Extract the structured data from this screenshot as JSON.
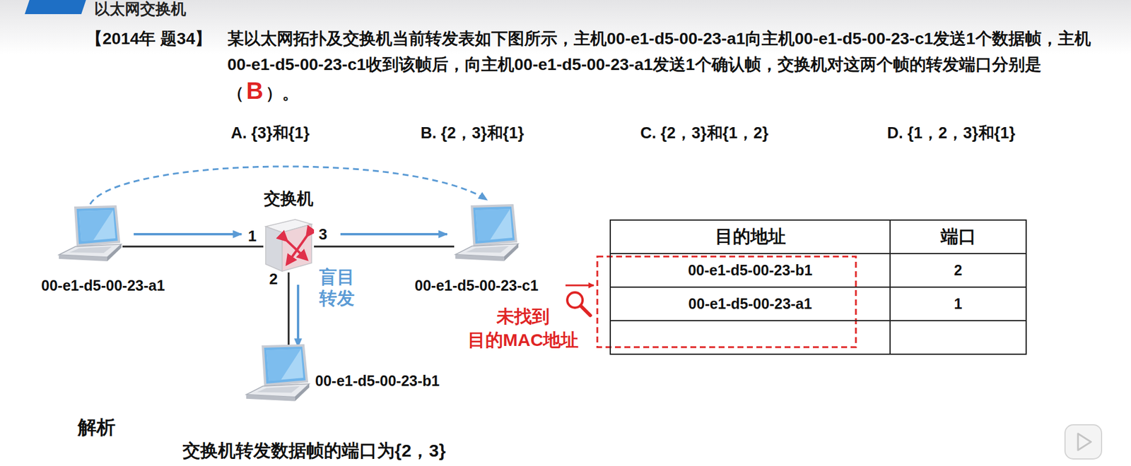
{
  "diagram": {
    "title": "以太网交换机",
    "nodes": [
      {
        "text": [
          "00-e1-d5-00-23-a1"
        ]
      },
      {
        "text": [
          "交换机"
        ]
      },
      {
        "text": [
          "00-e1-d5-00-23-c1"
        ]
      },
      {
        "text": [
          "00-e1-d5-00-23-b1"
        ]
      }
    ],
    "edges": [
      {
        "from": 0,
        "to": 1,
        "arrow": "to"
      },
      {
        "from": 1,
        "to": 2,
        "arrow": "to"
      },
      {
        "from": 1,
        "to": 3,
        "label": "盲目 转发",
        "arrow": "to"
      },
      {
        "from": 0,
        "to": 2,
        "arrow": "to"
      }
    ],
    "labels": [
      "【2014年 题34】",
      "某以太网拓扑及交换机当前转发表如下图所示，主机00-e1-d5-00-23-a1向主机00-e1-d5-00-23-c1发送1个数据帧，主机00-e1-d5-00-23-c1收到该帧后，向主机00-e1-d5-00-23-a1发送1个确认帧，交换机对这两个帧的转发端口分别是（",
      "B",
      "）。",
      "A. {3}和{1}",
      "B. {2，3}和{1}",
      "C. {2，3}和{1，2}",
      "D. {1，2，3}和{1}",
      "1",
      "3",
      "2",
      "目的地址",
      "端口",
      "00-e1-d5-00-23-b1",
      "2",
      "00-e1-d5-00-23-a1",
      "1",
      "未找到 目的MAC地址",
      "解析",
      "交换机转发数据帧的端口为{2，3}"
    ]
  }
}
